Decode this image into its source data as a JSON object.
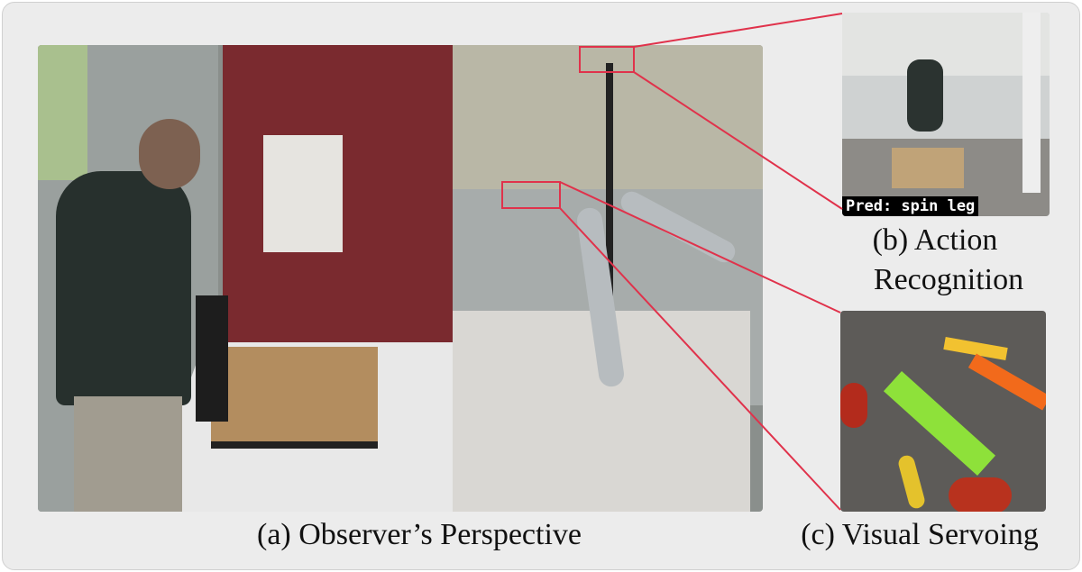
{
  "panels": {
    "a": {
      "caption": "(a) Observer’s Perspective"
    },
    "b": {
      "caption_line1": "(b) Action",
      "caption_line2": "Recognition",
      "prediction_label": "Pred: spin leg"
    },
    "c": {
      "caption": "(c) Visual Servoing"
    }
  },
  "colors": {
    "highlight": "#e0324b",
    "background": "#ececec"
  }
}
